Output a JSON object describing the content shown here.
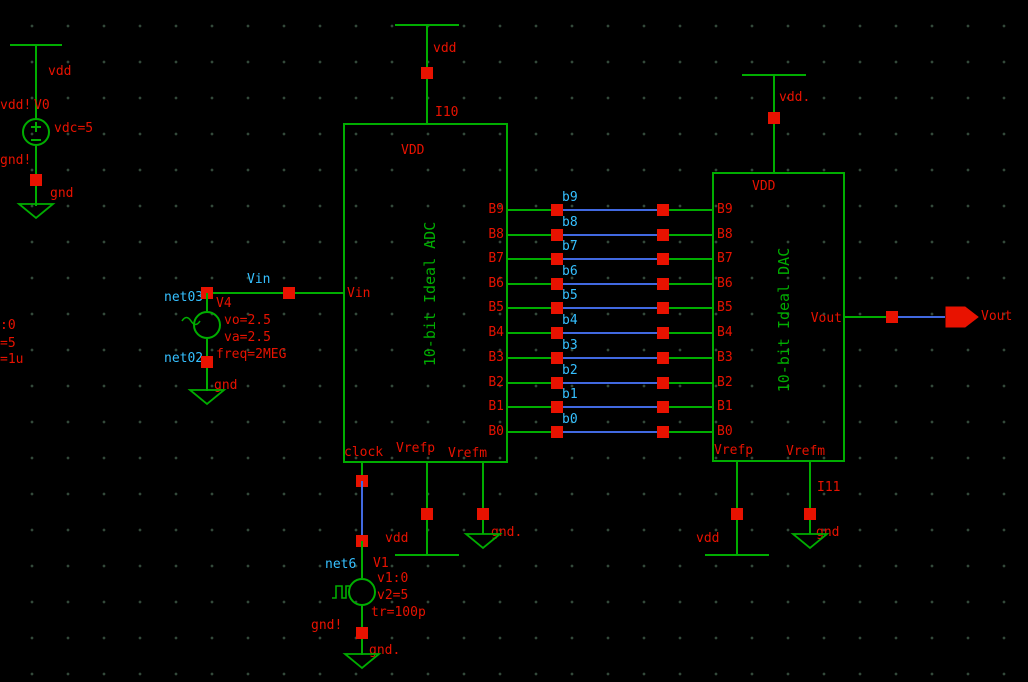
{
  "colors": {
    "background": "#000000",
    "symbol_green": "#00ad00",
    "pin_red": "#e81200",
    "net_label_cyan": "#35c0ff",
    "wire_blue": "#4169e1"
  },
  "power_source": {
    "rail_label": "vdd",
    "net_top": "vdd!",
    "name": "V0",
    "param": "vdc=5",
    "net_bottom": "gnd!",
    "gnd_label": "gnd"
  },
  "input_source": {
    "net_top": "net03",
    "wire_label": "Vin",
    "name": "V4",
    "vo": "vo=2.5",
    "va": "va=2.5",
    "freq": "freq=2MEG",
    "net_bottom": "net02",
    "gnd_label": "gnd"
  },
  "clock_source": {
    "net_top": "net6",
    "name": "V1",
    "v1": "v1:0",
    "v2": "v2=5",
    "tr": "tr=100p",
    "net_bottom": "gnd!",
    "gnd_label": "gnd."
  },
  "adc": {
    "instance": "I10",
    "vdd_label": "vdd",
    "vdd_pin": "VDD",
    "body_label": "10-bit Ideal ADC",
    "input_pin": "Vin",
    "output_pins": [
      "B9",
      "B8",
      "B7",
      "B6",
      "B5",
      "B4",
      "B3",
      "B2",
      "B1",
      "B0"
    ],
    "clock_pin": "clock",
    "vrefp_pin": "Vrefp",
    "vrefm_pin": "Vrefm",
    "vrefp_rail_label": "vdd",
    "vrefm_gnd_label": "gnd."
  },
  "dac": {
    "instance": "I11",
    "vdd_label": "vdd.",
    "vdd_pin": "VDD",
    "body_label": "10-bit Ideal DAC",
    "input_pins": [
      "B9",
      "B8",
      "B7",
      "B6",
      "B5",
      "B4",
      "B3",
      "B2",
      "B1",
      "B0"
    ],
    "output_pin": "Vout",
    "vrefp_pin": "Vrefp",
    "vrefm_pin": "Vrefm",
    "vrefp_rail_label": "vdd",
    "vrefm_gnd_label": "gnd"
  },
  "bus": {
    "labels": [
      "b9",
      "b8",
      "b7",
      "b6",
      "b5",
      "b4",
      "b3",
      "b2",
      "b1",
      "b0"
    ]
  },
  "output": {
    "label": "Vout"
  },
  "edge_fragments": [
    ":0",
    "=5",
    "=1u"
  ]
}
